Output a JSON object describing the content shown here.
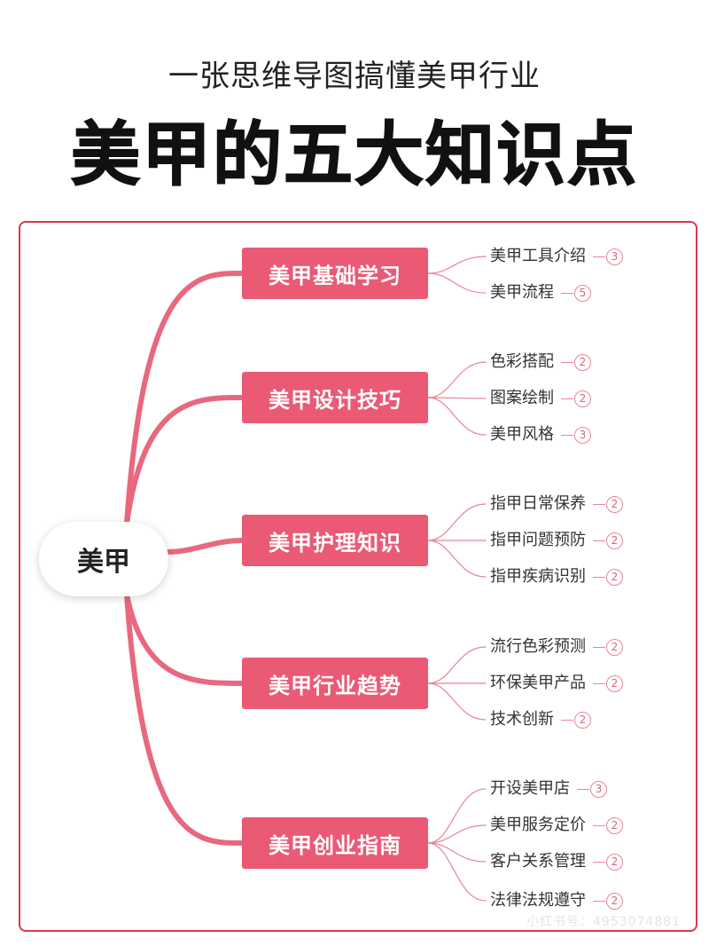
{
  "header": {
    "subtitle": "一张思维导图搞懂美甲行业",
    "title": "美甲的五大知识点"
  },
  "mindmap": {
    "root": "美甲",
    "branches": [
      {
        "label": "美甲基础学习",
        "leaves": [
          {
            "label": "美甲工具介绍",
            "count": "3"
          },
          {
            "label": "美甲流程",
            "count": "5"
          }
        ]
      },
      {
        "label": "美甲设计技巧",
        "leaves": [
          {
            "label": "色彩搭配",
            "count": "2"
          },
          {
            "label": "图案绘制",
            "count": "2"
          },
          {
            "label": "美甲风格",
            "count": "3"
          }
        ]
      },
      {
        "label": "美甲护理知识",
        "leaves": [
          {
            "label": "指甲日常保养",
            "count": "2"
          },
          {
            "label": "指甲问题预防",
            "count": "2"
          },
          {
            "label": "指甲疾病识别",
            "count": "2"
          }
        ]
      },
      {
        "label": "美甲行业趋势",
        "leaves": [
          {
            "label": "流行色彩预测",
            "count": "2"
          },
          {
            "label": "环保美甲产品",
            "count": "2"
          },
          {
            "label": "技术创新",
            "count": "2"
          }
        ]
      },
      {
        "label": "美甲创业指南",
        "leaves": [
          {
            "label": "开设美甲店",
            "count": "3"
          },
          {
            "label": "美甲服务定价",
            "count": "2"
          },
          {
            "label": "客户关系管理",
            "count": "2"
          },
          {
            "label": "法律法规遵守",
            "count": "2"
          }
        ]
      }
    ]
  },
  "watermark": "小红书号：4953074881",
  "colors": {
    "accent": "#ea5a75",
    "frame": "#d9384f",
    "branch_line": "#e8687f",
    "leaf_line": "#e88596"
  }
}
